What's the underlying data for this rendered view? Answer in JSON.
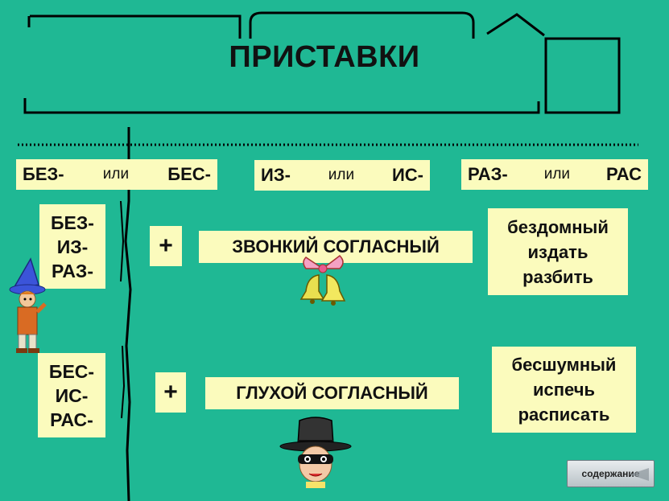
{
  "title": "ПРИСТАВКИ",
  "prefix_pairs": [
    {
      "left": "БЕЗ-",
      "or": "или",
      "right": "БЕС-"
    },
    {
      "left": "ИЗ-",
      "or": "или",
      "right": "ИС-"
    },
    {
      "left": "РАЗ-",
      "or": "или",
      "right": "РАС"
    }
  ],
  "rule_voiced": {
    "prefixes": [
      "БЕЗ-",
      "ИЗ-",
      "РАЗ-"
    ],
    "plus": "+",
    "consonant": "ЗВОНКИЙ СОГЛАСНЫЙ",
    "examples": [
      "бездомный",
      "издать",
      "разбить"
    ]
  },
  "rule_voiceless": {
    "prefixes": [
      "БЕС-",
      "ИС-",
      "РАС-"
    ],
    "plus": "+",
    "consonant": "ГЛУХОЙ СОГЛАСНЫЙ",
    "examples": [
      "бесшумный",
      "испечь",
      "расписать"
    ]
  },
  "nav": {
    "contents_label": "содержание"
  },
  "colors": {
    "background": "#1fb894",
    "box_fill": "#fbfbbd",
    "line": "#000000"
  }
}
